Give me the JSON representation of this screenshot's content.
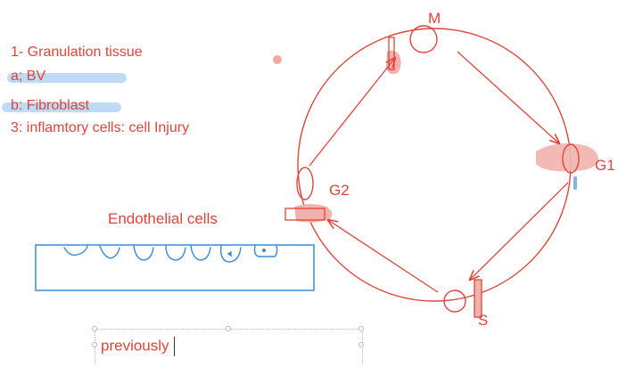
{
  "colors": {
    "ink_red": "#e0453a",
    "ink_blue": "#3a8ad6",
    "highlight_blue": "#a9cff5",
    "highlight_red": "#f2b1ad"
  },
  "notes": {
    "line1": "1- Granulation tissue",
    "line2": "a; BV",
    "line3": "b: Fibroblast",
    "line4": "3: inflamtory cells: cell Injury"
  },
  "diagram": {
    "endothelial_label": "Endothelial cells",
    "phases": {
      "m": "M",
      "g1": "G1",
      "s": "S",
      "g2": "G2"
    }
  },
  "textbox": {
    "value": "previously"
  }
}
